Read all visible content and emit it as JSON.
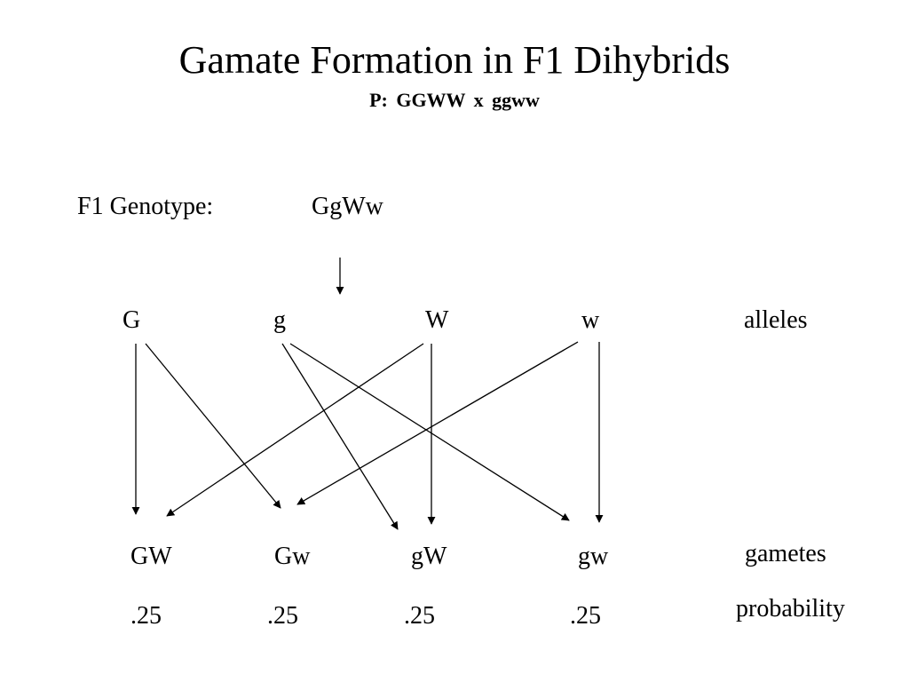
{
  "title": "Gamate Formation in F1 Dihybrids",
  "subtitle": "P:  GGWW  x  ggww",
  "genotype": {
    "label": "F1 Genotype:",
    "value": "GgWw"
  },
  "alleles": {
    "items": [
      "G",
      "g",
      "W",
      "w"
    ],
    "row_label": "alleles"
  },
  "gametes": {
    "items": [
      "GW",
      "Gw",
      "gW",
      "gw"
    ],
    "row_label": "gametes"
  },
  "probabilities": {
    "items": [
      ".25",
      ".25",
      ".25",
      ".25"
    ],
    "row_label": "probability"
  },
  "arrow_color": "#000000"
}
